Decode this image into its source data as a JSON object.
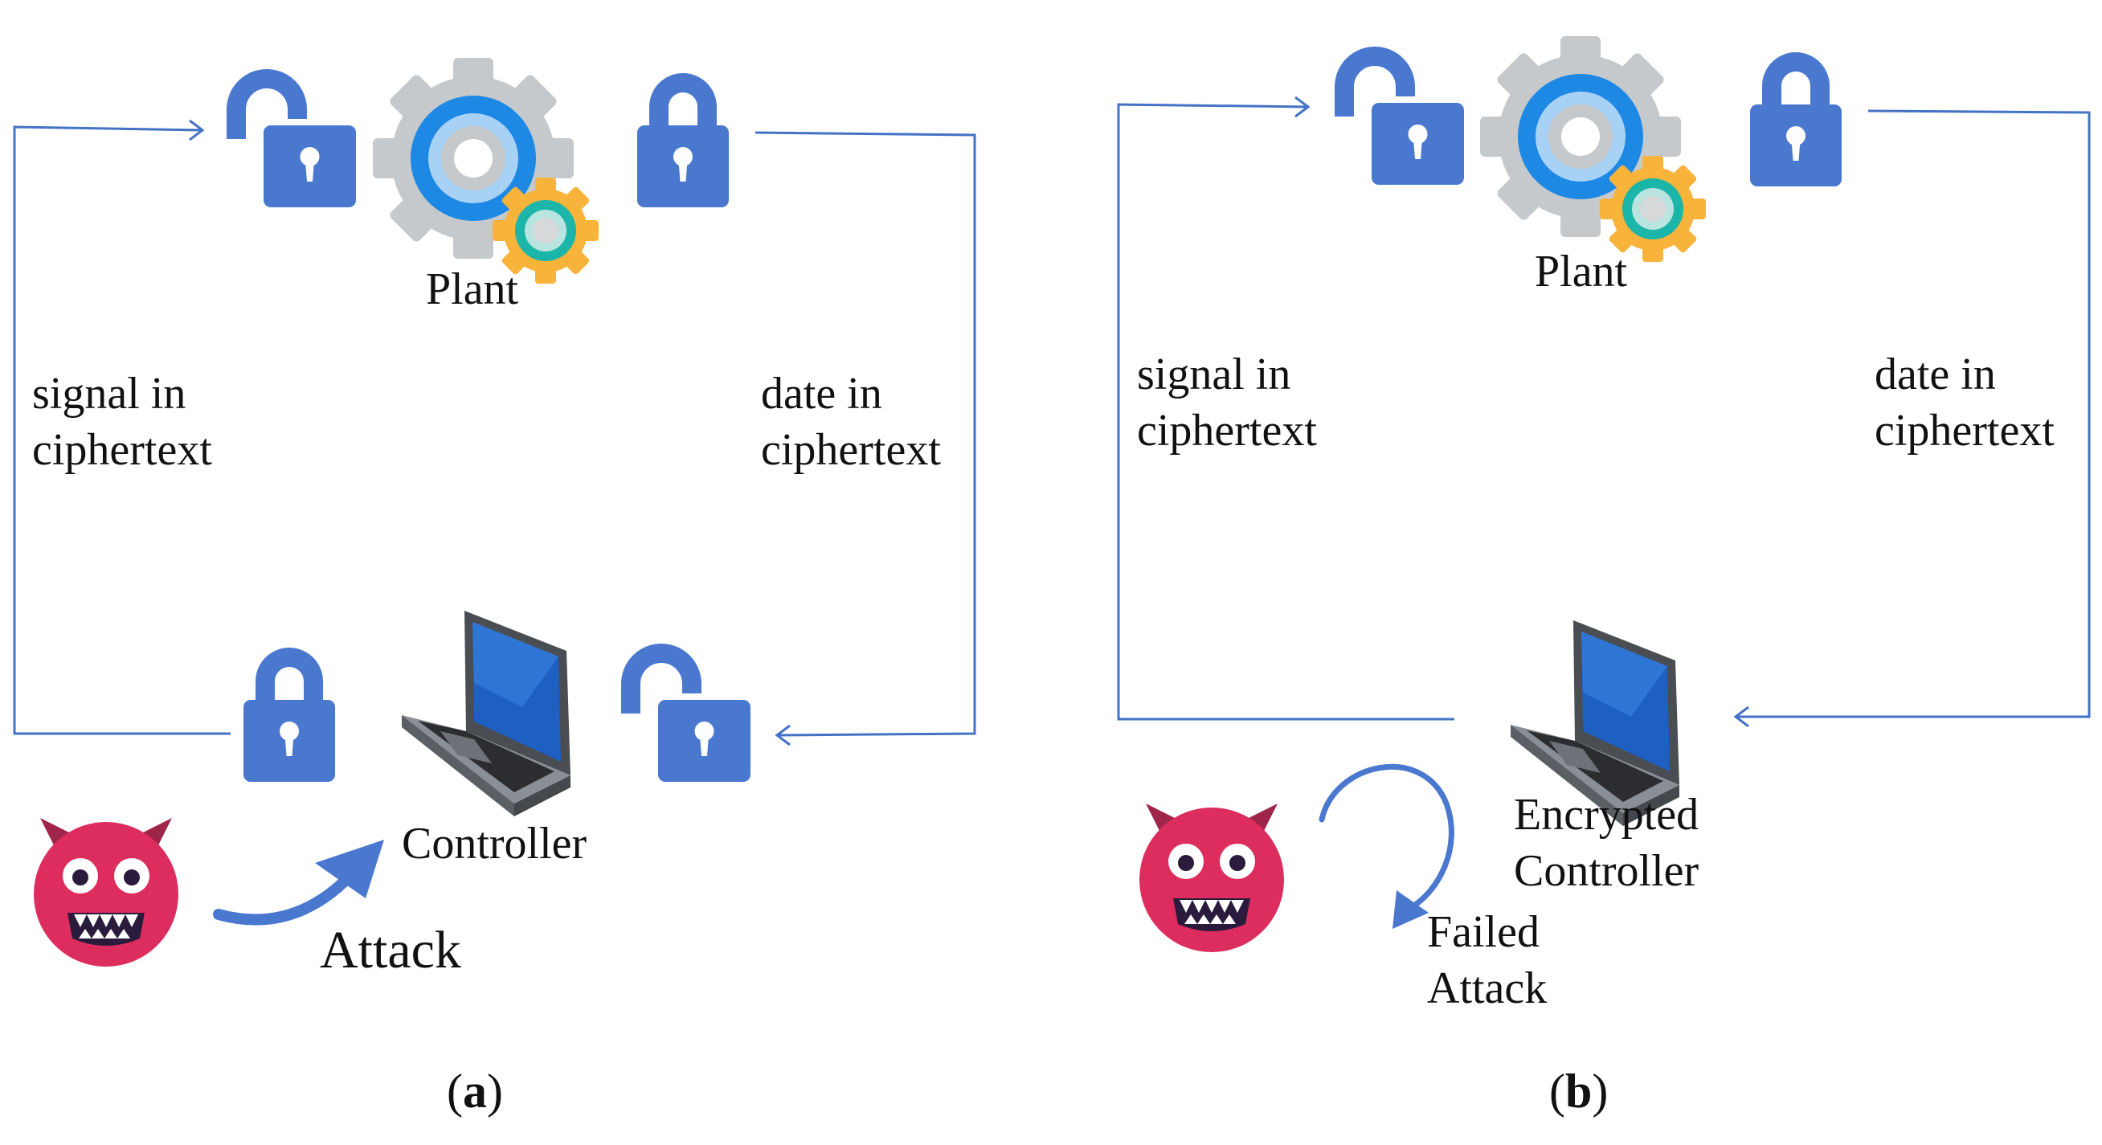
{
  "colors": {
    "line": "#4472C4",
    "lock": "#4A78CF",
    "gear_gray": "#C6C9CC",
    "gear_blue": "#1E88E5",
    "gear_orange": "#F7B33A",
    "gear_teal": "#1CB5A9",
    "devil": "#DC2D5E",
    "devil_horn": "#A0254A",
    "laptop_screen": "#1E5FC2",
    "laptop_body": "#8A8F95"
  },
  "panel_a": {
    "plant_label": "Plant",
    "left_edge_label": [
      "signal in",
      "ciphertext"
    ],
    "right_edge_label": [
      "date in",
      "ciphertext"
    ],
    "controller_label": "Controller",
    "attack_label": "Attack",
    "caption": {
      "open": "(",
      "letter": "a",
      "close": ")"
    }
  },
  "panel_b": {
    "plant_label": "Plant",
    "left_edge_label": [
      "signal in",
      "ciphertext"
    ],
    "right_edge_label": [
      "date in",
      "ciphertext"
    ],
    "controller_label": [
      "Encrypted",
      "Controller"
    ],
    "attack_label": [
      "Failed",
      "Attack"
    ],
    "caption": {
      "open": "(",
      "letter": "b",
      "close": ")"
    }
  },
  "icons": {
    "lock_open": "unlocked-padlock-icon",
    "lock_closed": "locked-padlock-icon",
    "plant": "gear-icon",
    "controller": "laptop-icon",
    "attacker": "devil-face-icon",
    "attack": "curved-arrow-icon"
  }
}
